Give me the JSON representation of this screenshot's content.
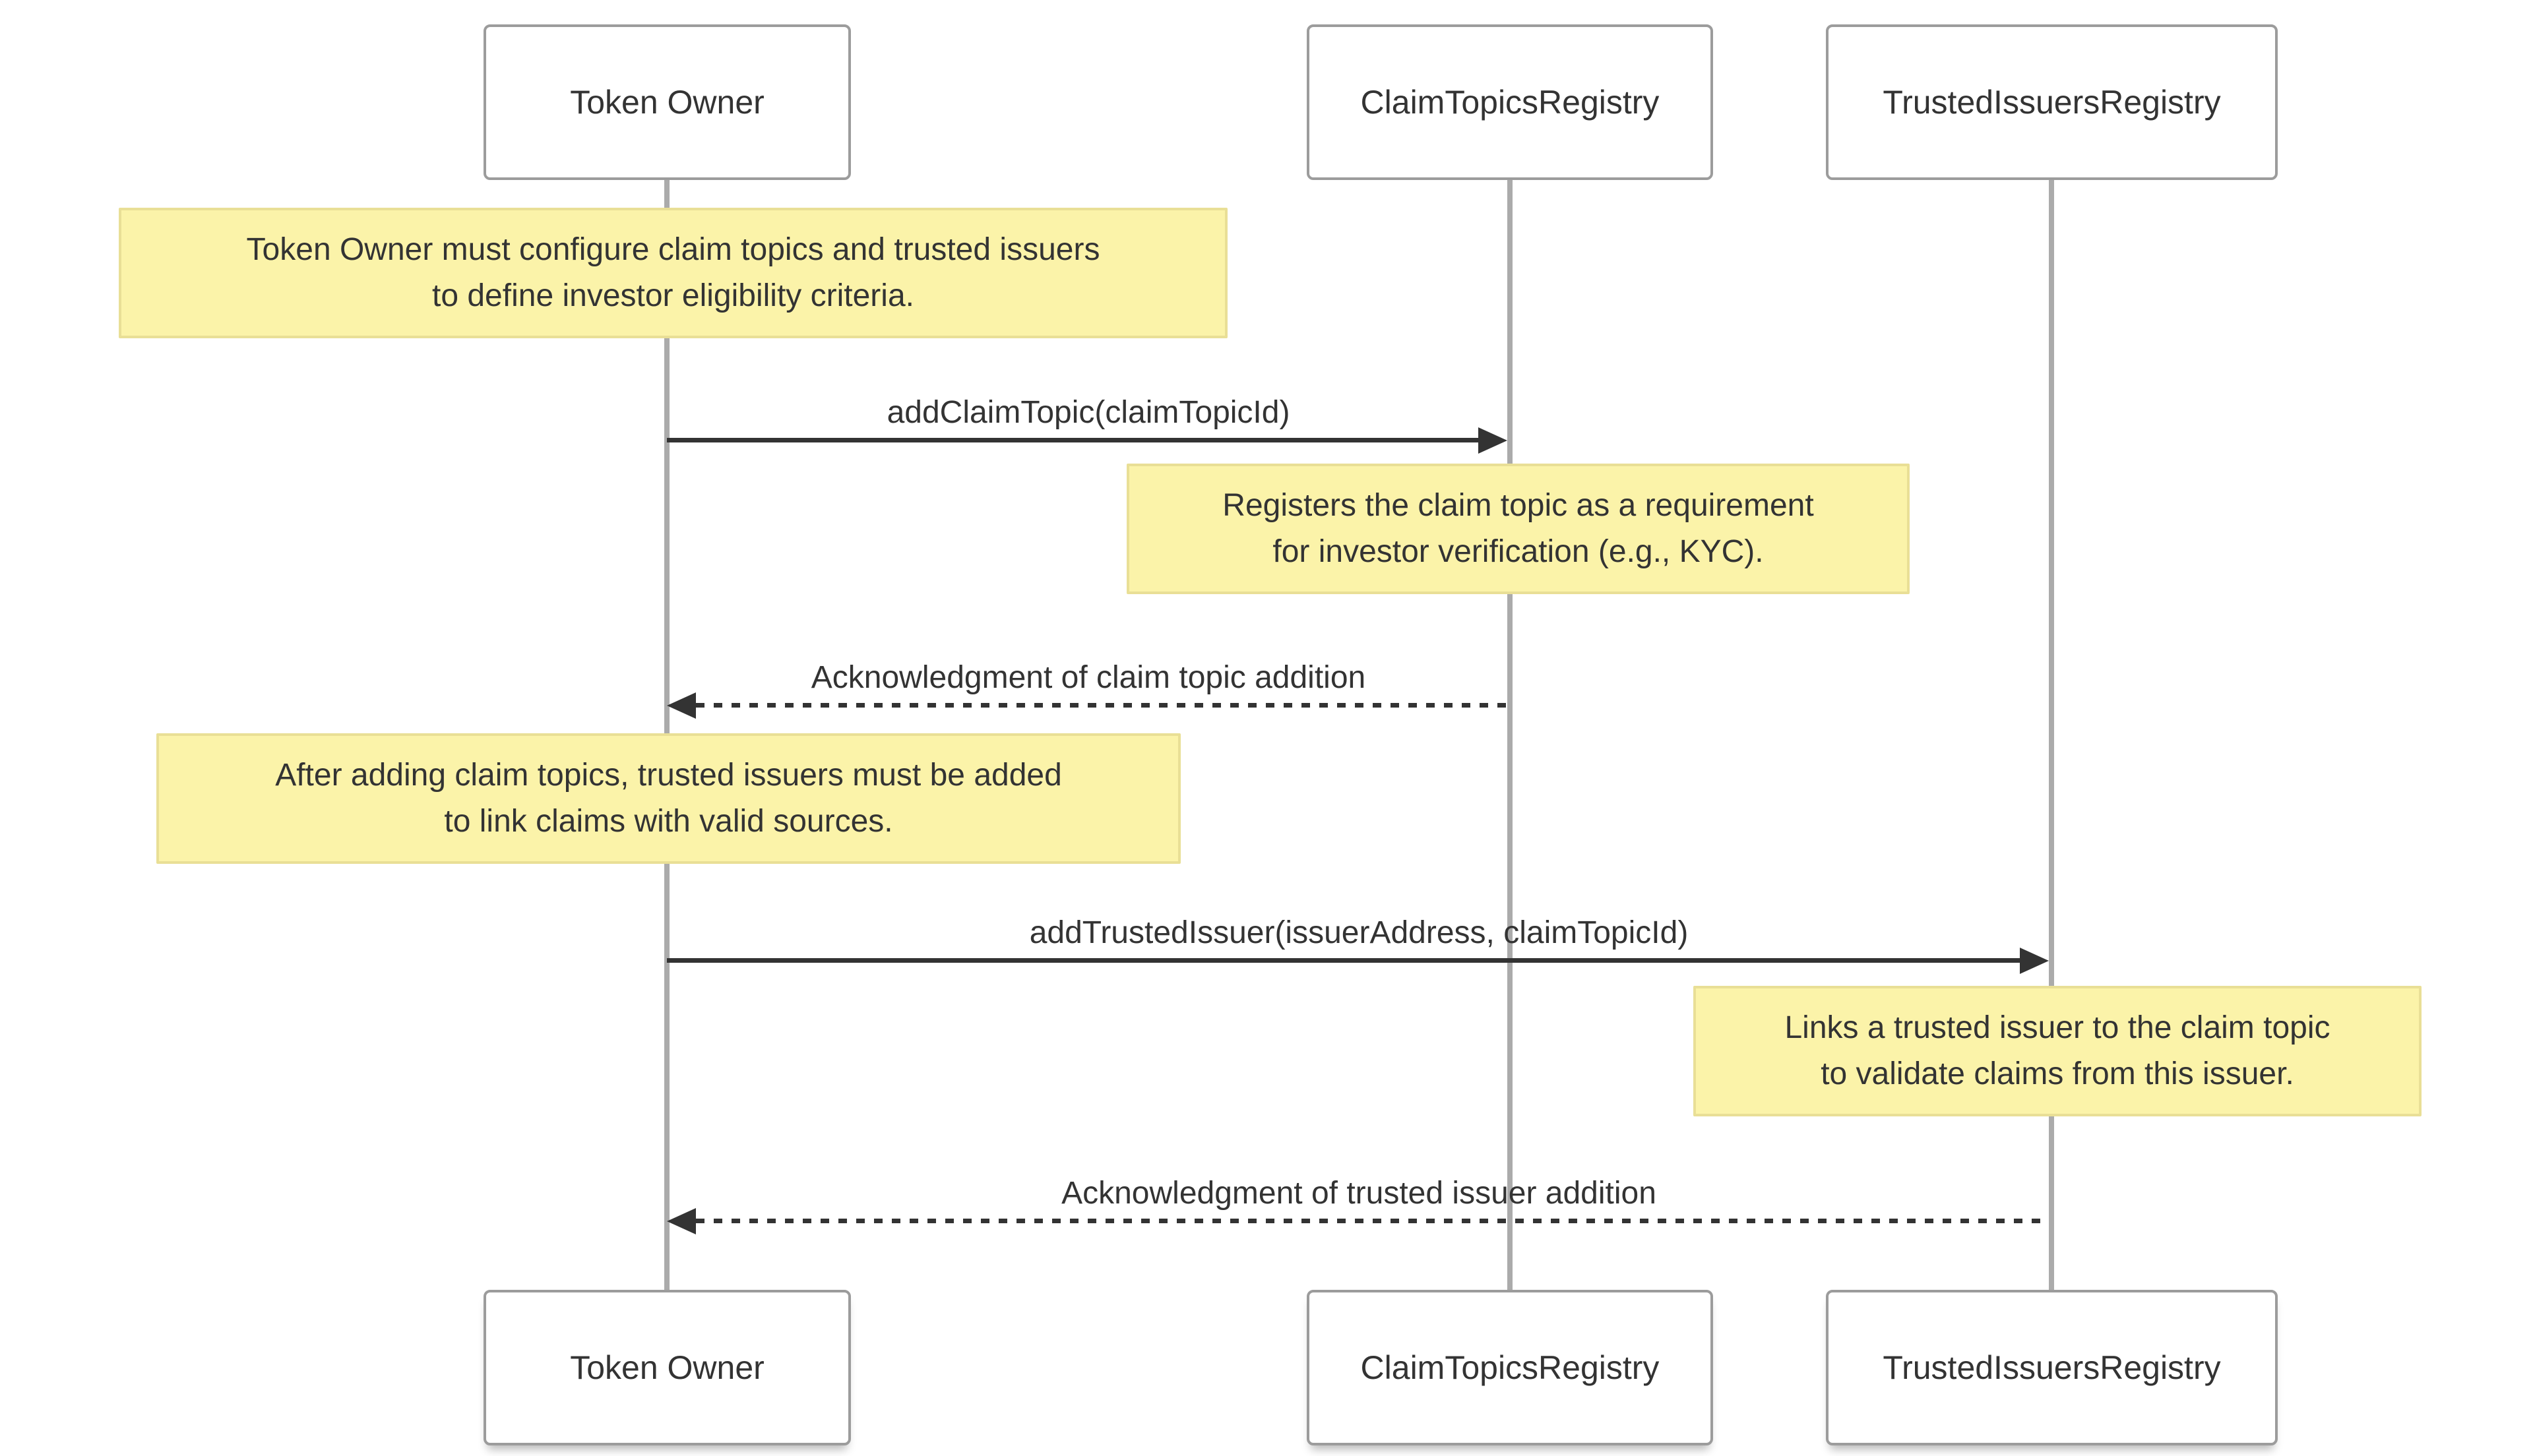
{
  "diagram": {
    "type": "sequence-diagram",
    "colors": {
      "background": "#ffffff",
      "text": "#333333",
      "actor_fill": "#ffffff",
      "actor_border": "#9c9c9c",
      "lifeline": "#ababab",
      "note_fill": "#fbf3a9",
      "note_border": "#e9df96",
      "message": "#333333"
    },
    "actors": [
      {
        "id": "tokenOwner",
        "label": "Token Owner"
      },
      {
        "id": "claimTopicsRegistry",
        "label": "ClaimTopicsRegistry"
      },
      {
        "id": "trustedIssuersRegistry",
        "label": "TrustedIssuersRegistry"
      }
    ],
    "notes": [
      {
        "over": "tokenOwner",
        "text": "Token Owner must configure claim topics and trusted issuers\nto define investor eligibility criteria."
      },
      {
        "over": "claimTopicsRegistry",
        "text": "Registers the claim topic as a requirement\nfor investor verification (e.g., KYC)."
      },
      {
        "over": "tokenOwner",
        "text": "After adding claim topics, trusted issuers must be added\nto link claims with valid sources."
      },
      {
        "over": "trustedIssuersRegistry",
        "text": "Links a trusted issuer to the claim topic\nto validate claims from this issuer."
      }
    ],
    "messages": [
      {
        "from": "tokenOwner",
        "to": "claimTopicsRegistry",
        "style": "solid",
        "label": "addClaimTopic(claimTopicId)"
      },
      {
        "from": "claimTopicsRegistry",
        "to": "tokenOwner",
        "style": "dashed",
        "label": "Acknowledgment of claim topic addition"
      },
      {
        "from": "tokenOwner",
        "to": "trustedIssuersRegistry",
        "style": "solid",
        "label": "addTrustedIssuer(issuerAddress, claimTopicId)"
      },
      {
        "from": "trustedIssuersRegistry",
        "to": "tokenOwner",
        "style": "dashed",
        "label": "Acknowledgment of trusted issuer addition"
      }
    ]
  }
}
